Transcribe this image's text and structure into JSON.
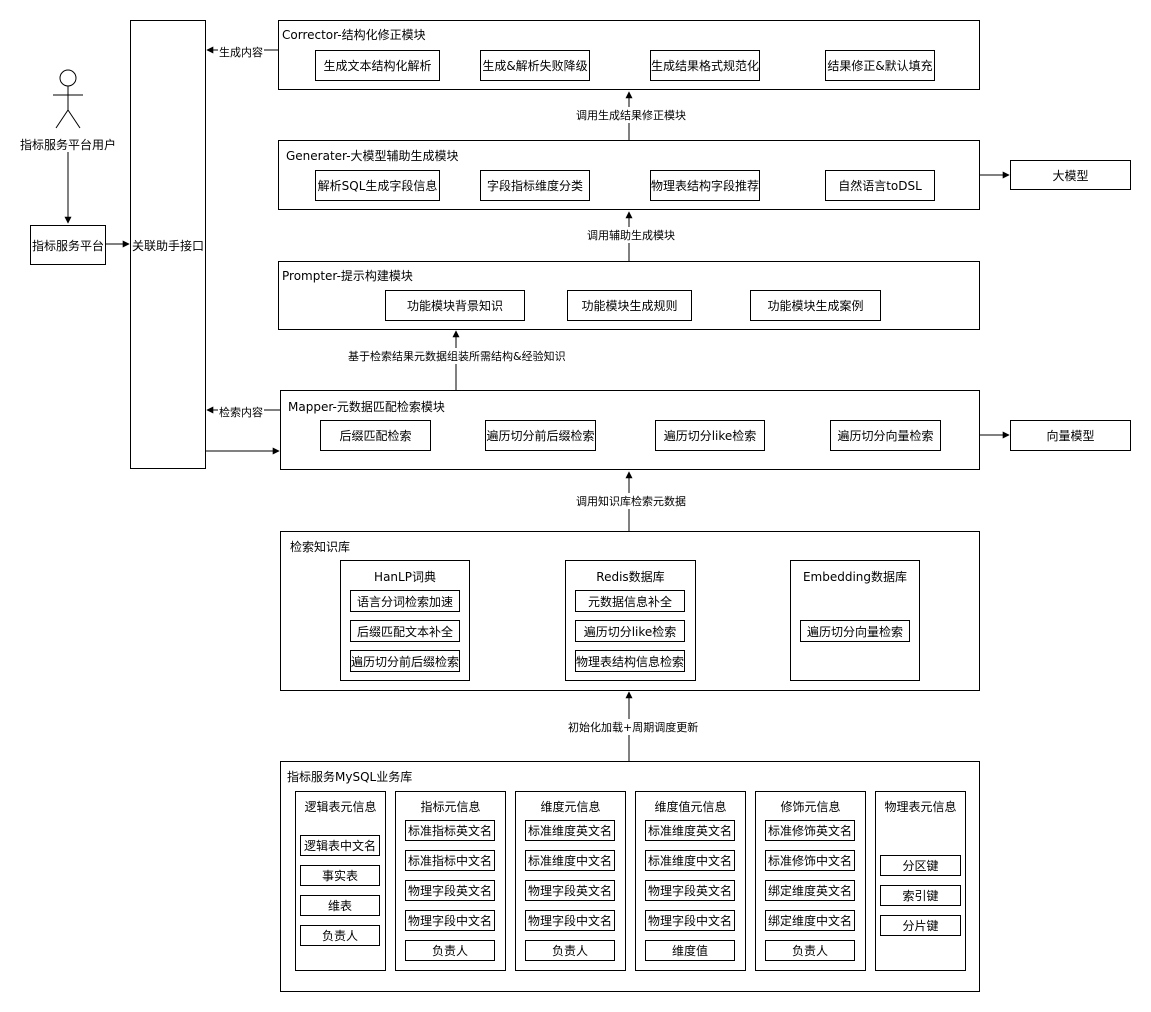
{
  "user": {
    "label": "指标服务平台用户"
  },
  "platform": {
    "label": "指标服务平台"
  },
  "interface": {
    "label": "关联助手接口"
  },
  "corrector": {
    "title": "Corrector-结构化修正模块",
    "items": [
      "生成文本结构化解析",
      "生成&解析失败降级",
      "生成结果格式规范化",
      "结果修正&默认填充"
    ]
  },
  "generator": {
    "title": "Generater-大模型辅助生成模块",
    "items": [
      "解析SQL生成字段信息",
      "字段指标维度分类",
      "物理表结构字段推荐",
      "自然语言toDSL"
    ]
  },
  "prompter": {
    "title": "Prompter-提示构建模块",
    "items": [
      "功能模块背景知识",
      "功能模块生成规则",
      "功能模块生成案例"
    ]
  },
  "mapper": {
    "title": "Mapper-元数据匹配检索模块",
    "items": [
      "后缀匹配检索",
      "遍历切分前后缀检索",
      "遍历切分like检索",
      "遍历切分向量检索"
    ]
  },
  "llm": {
    "label": "大模型"
  },
  "vector_model": {
    "label": "向量模型"
  },
  "edges": {
    "gen_content": "生成内容",
    "call_corrector": "调用生成结果修正模块",
    "call_generator": "调用辅助生成模块",
    "assemble": "基于检索结果元数据组装所需结构&经验知识",
    "search_content": "检索内容",
    "call_kb": "调用知识库检索元数据",
    "init_load": "初始化加载+周期调度更新"
  },
  "kb": {
    "title": "检索知识库",
    "hanlp": {
      "title": "HanLP词典",
      "items": [
        "语言分词检索加速",
        "后缀匹配文本补全",
        "遍历切分前后缀检索"
      ]
    },
    "redis": {
      "title": "Redis数据库",
      "items": [
        "元数据信息补全",
        "遍历切分like检索",
        "物理表结构信息检索"
      ]
    },
    "embedding": {
      "title": "Embedding数据库",
      "items": [
        "遍历切分向量检索"
      ]
    }
  },
  "mysql": {
    "title": "指标服务MySQL业务库",
    "groups": [
      {
        "title": "逻辑表元信息",
        "items": [
          "逻辑表中文名",
          "事实表",
          "维表",
          "负责人"
        ]
      },
      {
        "title": "指标元信息",
        "items": [
          "标准指标英文名",
          "标准指标中文名",
          "物理字段英文名",
          "物理字段中文名",
          "负责人"
        ]
      },
      {
        "title": "维度元信息",
        "items": [
          "标准维度英文名",
          "标准维度中文名",
          "物理字段英文名",
          "物理字段中文名",
          "负责人"
        ]
      },
      {
        "title": "维度值元信息",
        "items": [
          "标准维度英文名",
          "标准维度中文名",
          "物理字段英文名",
          "物理字段中文名",
          "维度值"
        ]
      },
      {
        "title": "修饰元信息",
        "items": [
          "标准修饰英文名",
          "标准修饰中文名",
          "绑定维度英文名",
          "绑定维度中文名",
          "负责人"
        ]
      },
      {
        "title": "物理表元信息",
        "items": [
          "分区键",
          "索引键",
          "分片键"
        ]
      }
    ]
  }
}
